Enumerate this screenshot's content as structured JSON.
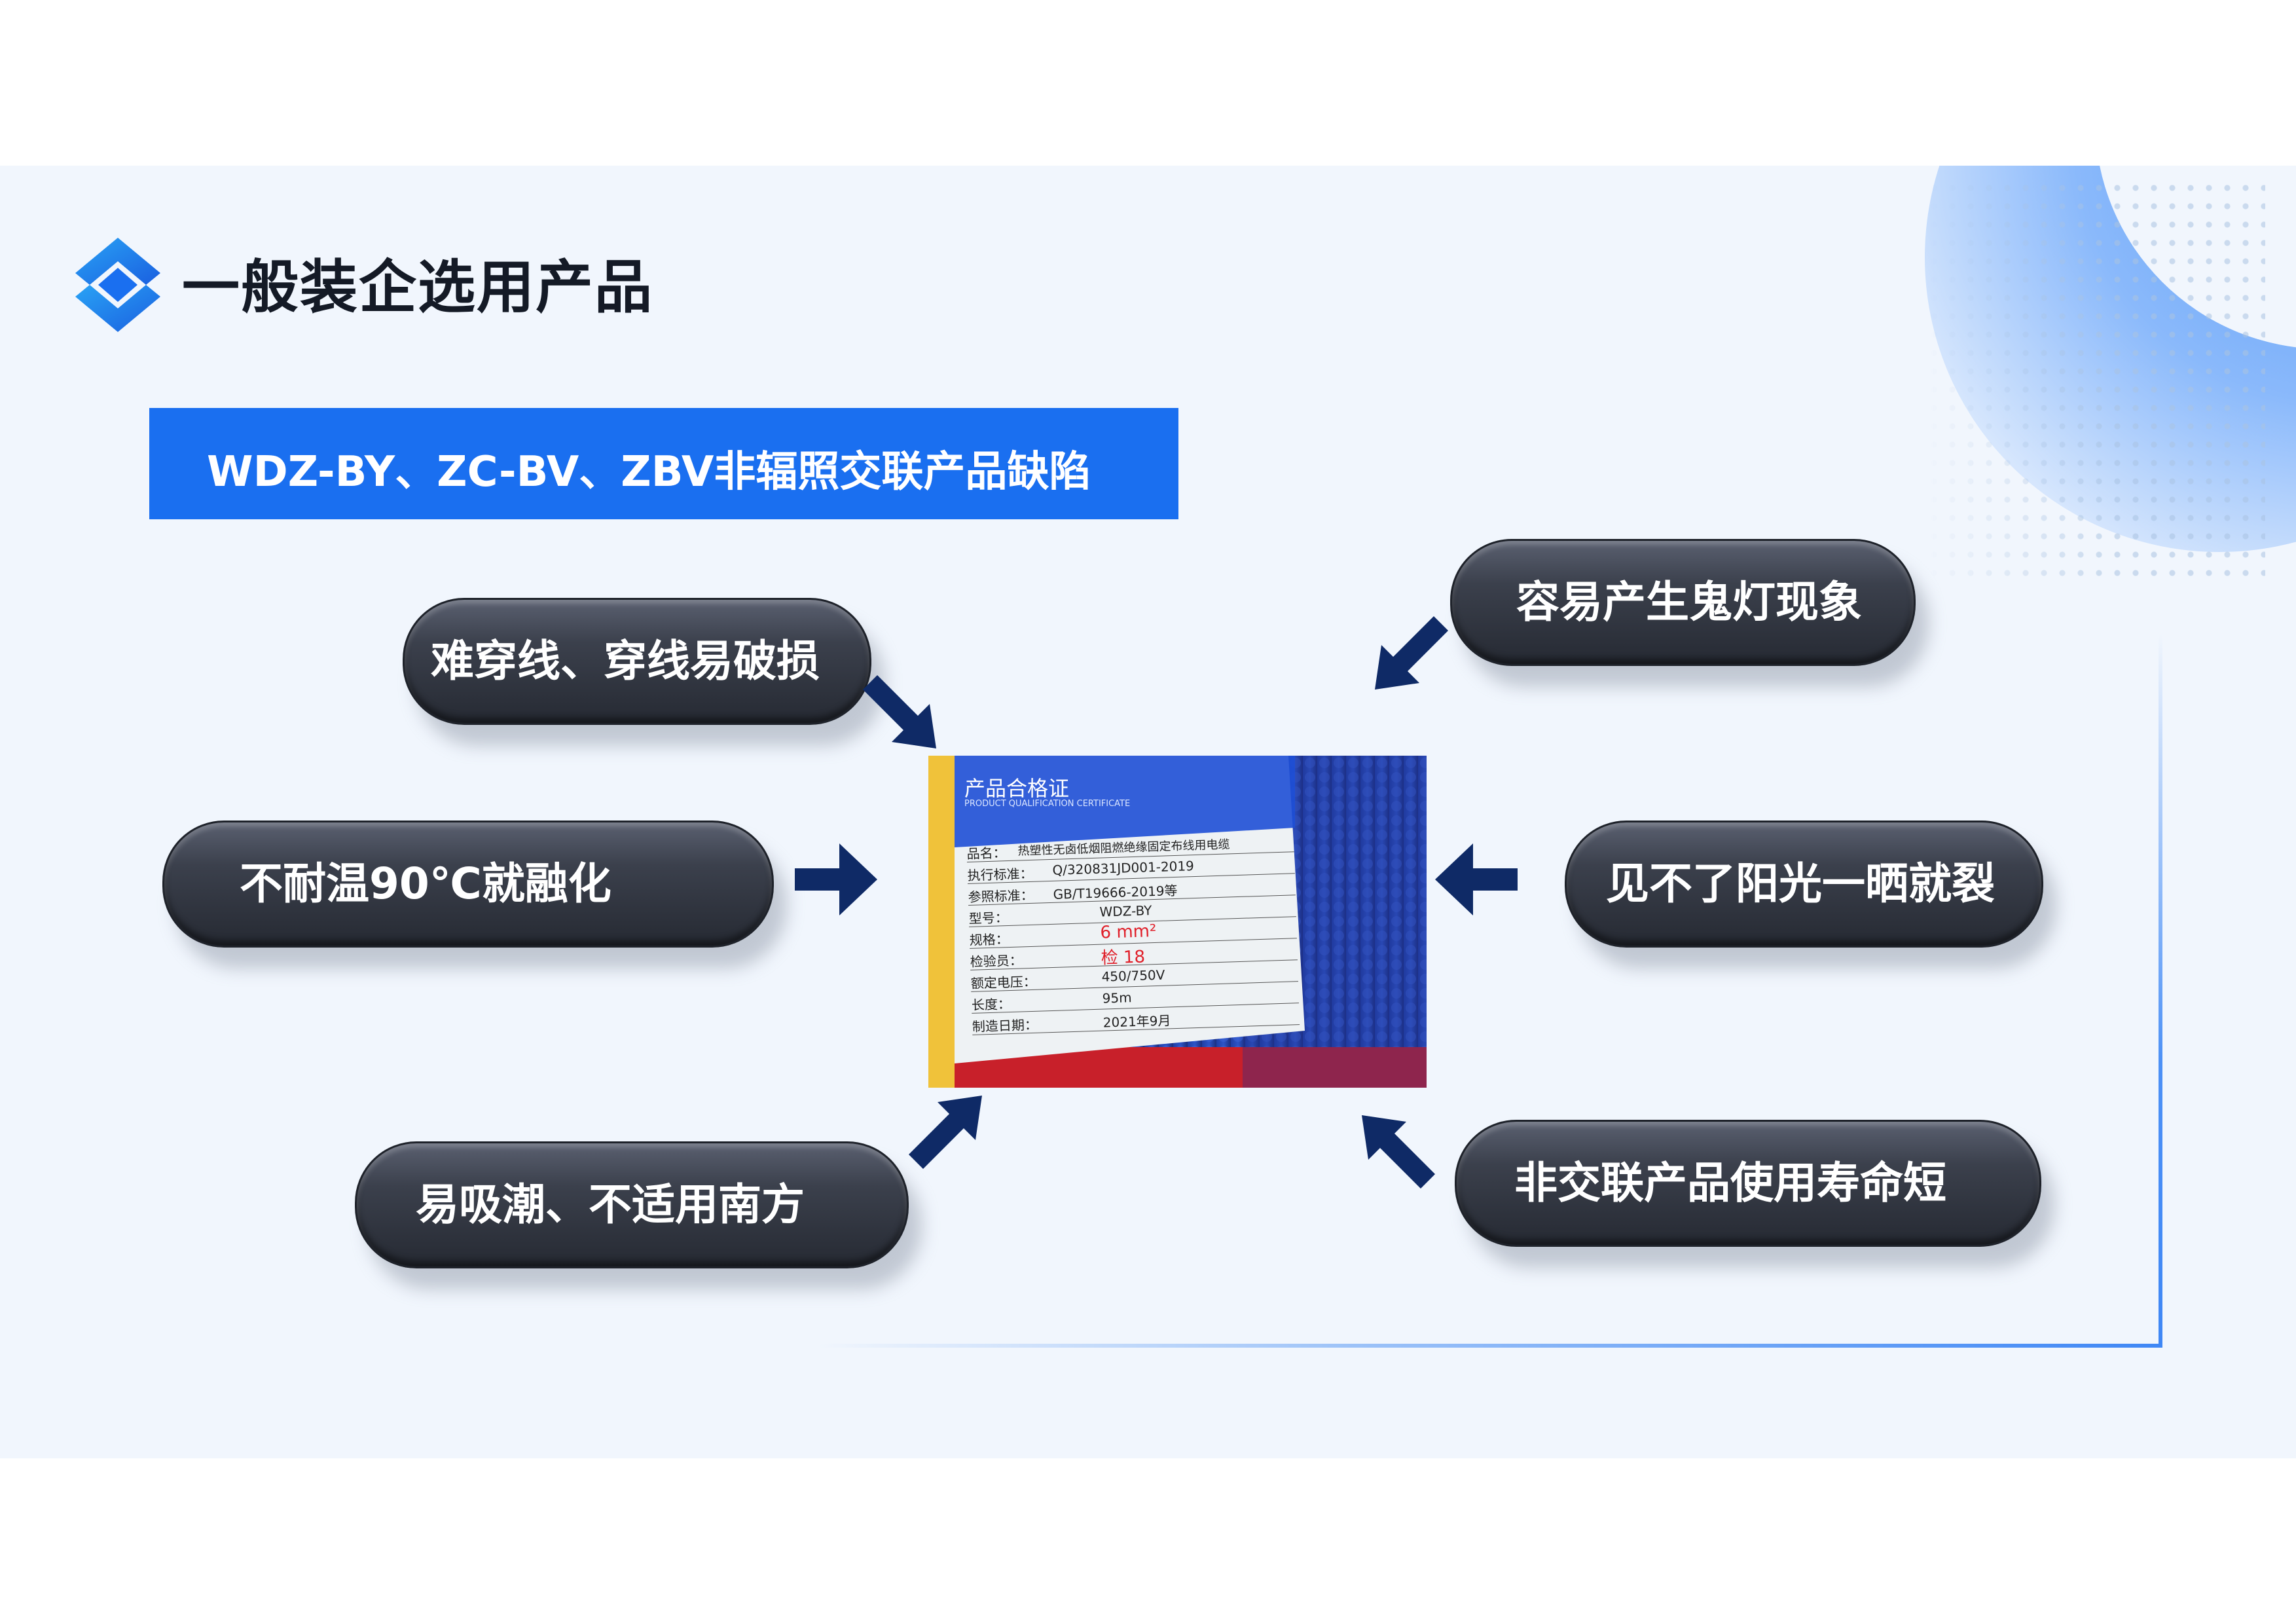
{
  "header": {
    "title": "一般装企选用产品",
    "logo_icon": "diamond-layers-logo"
  },
  "banner": {
    "text": "WDZ-BY、ZC-BV、ZBV非辐照交联产品缺陷"
  },
  "defects": {
    "top_left": "难穿线、穿线易破损",
    "middle_left": "不耐温90℃就融化",
    "bottom_left": "易吸潮、不适用南方",
    "top_right": "容易产生鬼灯现象",
    "middle_right": "见不了阳光一晒就裂",
    "bottom_right": "非交联产品使用寿命短"
  },
  "certificate": {
    "title": "产品合格证",
    "subtitle": "PRODUCT QUALIFICATION CERTIFICATE",
    "rows": [
      {
        "label": "品名：",
        "value": "热塑性无卤低烟阻燃绝缘固定布线用电缆"
      },
      {
        "label": "执行标准：",
        "value": "Q/320831JD001-2019"
      },
      {
        "label": "参照标准：",
        "value": "GB/T19666-2019等"
      },
      {
        "label": "型号：",
        "value": "WDZ-BY"
      },
      {
        "label": "规格：",
        "value": "6 mm²"
      },
      {
        "label": "检验员：",
        "value": "检 18"
      },
      {
        "label": "额定电压：",
        "value": "450/750V"
      },
      {
        "label": "长度：",
        "value": "95m"
      },
      {
        "label": "制造日期：",
        "value": "2021年9月"
      }
    ]
  },
  "colors": {
    "accent": "#1a6ff0",
    "pill": "#2f333c",
    "arrow": "#0f2a66",
    "background": "#f1f6fd"
  }
}
